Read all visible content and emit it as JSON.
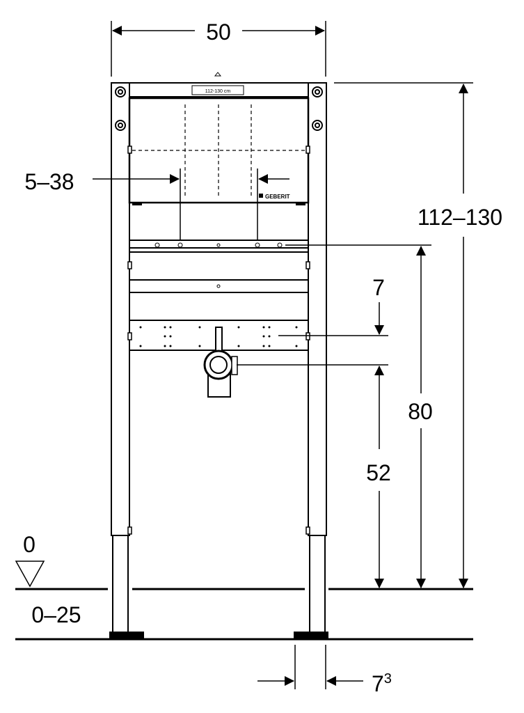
{
  "dimensions": {
    "width_label": "50",
    "height_label": "112–130",
    "inner_spacing_label": "5–38",
    "bracket_offset_label": "7",
    "top_rail_height_label": "80",
    "drain_height_label": "52",
    "floor_level_label": "0",
    "floor_adjust_label": "0–25",
    "foot_width_base": "7",
    "foot_width_sup": "3"
  },
  "frame": {
    "plate_label": "112-130 cm",
    "brand_label": "GEBERIT"
  },
  "colors": {
    "line": "#000000",
    "background": "#ffffff"
  }
}
